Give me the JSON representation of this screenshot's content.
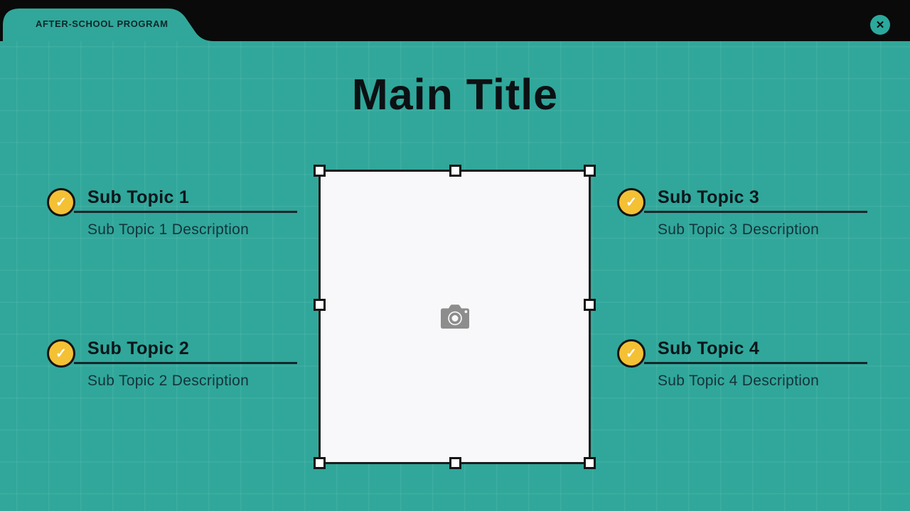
{
  "app": {
    "tab_label": "AFTER-SCHOOL PROGRAM",
    "close_glyph": "✕"
  },
  "icons": {
    "check": "✓",
    "close": "✕",
    "camera": "camera-icon"
  },
  "colors": {
    "slide_background": "#30a79a",
    "topbar": "#0a0a0a",
    "accent_yellow": "#f4c034",
    "text_dark": "#0c1013",
    "description_text": "#14333c",
    "placeholder_background": "#f8f8fa",
    "camera_icon_gray": "#8d8d8d"
  },
  "slide": {
    "title": "Main Title",
    "topics": [
      {
        "title": "Sub Topic 1",
        "description": "Sub Topic 1 Description"
      },
      {
        "title": "Sub Topic 2",
        "description": "Sub Topic 2 Description"
      },
      {
        "title": "Sub Topic 3",
        "description": "Sub Topic 3 Description"
      },
      {
        "title": "Sub Topic 4",
        "description": "Sub Topic 4 Description"
      }
    ]
  }
}
